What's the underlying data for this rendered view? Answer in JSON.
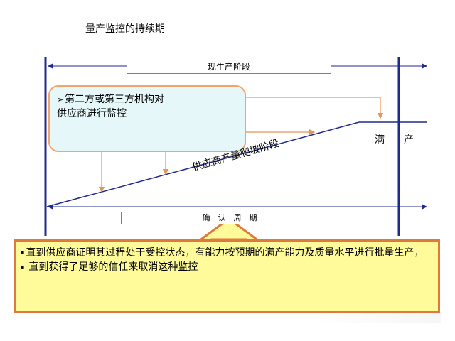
{
  "title": "量产监控的持续期",
  "phase_label": "现生产阶段",
  "monitor_box": {
    "line1": "第二方或第三方机构对",
    "line2": "供应商进行监控"
  },
  "mass_production": {
    "char1": "满",
    "char2": "产"
  },
  "ramp_label": "供应商产量爬坡阶段",
  "cycle_label": "确　认　周　期",
  "notes": {
    "bullet_symbol": "▪",
    "item1": "直到供应商证明其过程处于受控状态，有能力按预期的满产能力及质量水平进行批量生产，",
    "item2": "直到获得了足够的信任来取消这种监控"
  },
  "colors": {
    "axis": "#1f2a8c",
    "arrow": "#e8935a",
    "box_fill": "#e6f7f9",
    "box_border": "#f2a56b",
    "note_fill": "#fffb9b",
    "note_border": "#e07a3a"
  }
}
